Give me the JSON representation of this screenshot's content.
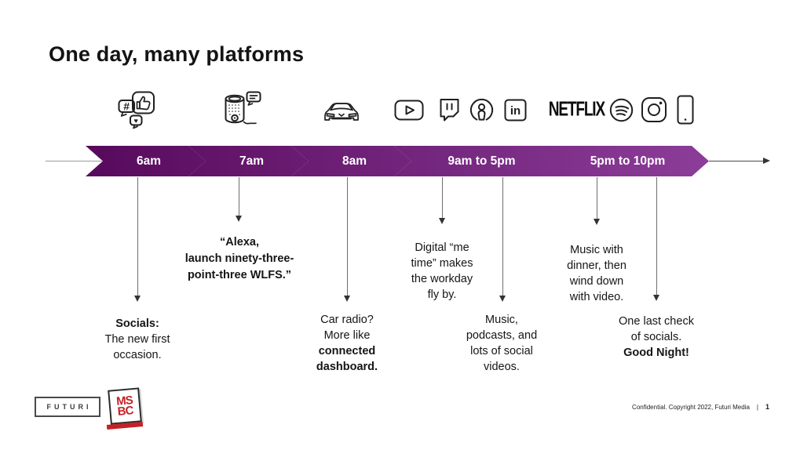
{
  "slide": {
    "title": "One day, many platforms"
  },
  "timeline": {
    "gradient": {
      "start": "#570a5c",
      "end": "#8b3d99"
    },
    "segments": [
      {
        "label": "6am"
      },
      {
        "label": "7am"
      },
      {
        "label": "8am"
      },
      {
        "label": "9am to 5pm"
      },
      {
        "label": "5pm to 10pm"
      }
    ]
  },
  "icons": {
    "hash_glyph": "#",
    "heart_glyph": "♥",
    "linkedin_glyph": "in",
    "netflix_wordmark": "NETFLIX"
  },
  "callouts": {
    "socials": {
      "line1": "Socials:",
      "line2": "The new first",
      "line3": "occasion."
    },
    "alexa": {
      "line1": "“Alexa,",
      "line2": "launch ninety-three-",
      "line3": "point-three WLFS.”"
    },
    "car": {
      "line1": "Car radio?",
      "line2": "More like",
      "line3": "connected",
      "line4": "dashboard."
    },
    "metime": {
      "line1": "Digital “me",
      "line2": "time” makes",
      "line3": "the workday",
      "line4": "fly by."
    },
    "music": {
      "line1": "Music,",
      "line2": "podcasts, and",
      "line3": "lots of social",
      "line4": "videos."
    },
    "dinner": {
      "line1": "Music with",
      "line2": "dinner, then",
      "line3": "wind down",
      "line4": "with video."
    },
    "lastcheck": {
      "line1": "One last check",
      "line2": "of socials.",
      "line3": "Good Night!"
    }
  },
  "logos": {
    "futuri": "FUTURI",
    "msbc_line1": "MS",
    "msbc_line2": "BC"
  },
  "footer": {
    "text": "Confidential. Copyright 2022, Futuri Media",
    "separator": "|",
    "page": "1"
  }
}
